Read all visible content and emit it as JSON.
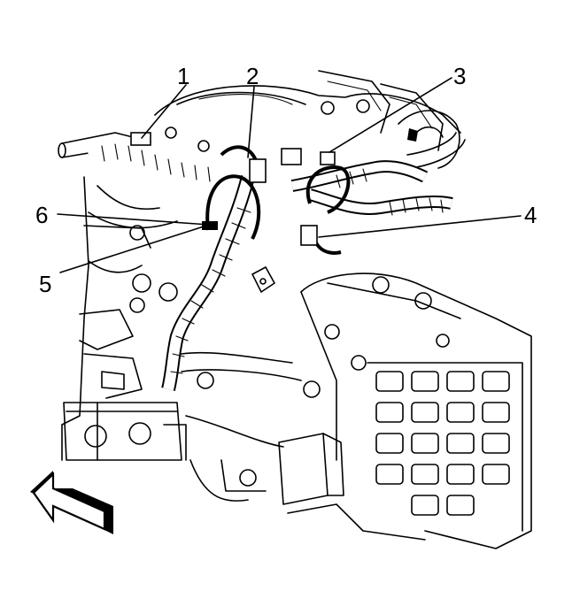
{
  "diagram": {
    "callouts": [
      {
        "id": "callout-1",
        "label": "1"
      },
      {
        "id": "callout-2",
        "label": "2"
      },
      {
        "id": "callout-3",
        "label": "3"
      },
      {
        "id": "callout-4",
        "label": "4"
      },
      {
        "id": "callout-5",
        "label": "5"
      },
      {
        "id": "callout-6",
        "label": "6"
      }
    ],
    "direction_arrow_icon": "front-direction-arrow-icon"
  }
}
